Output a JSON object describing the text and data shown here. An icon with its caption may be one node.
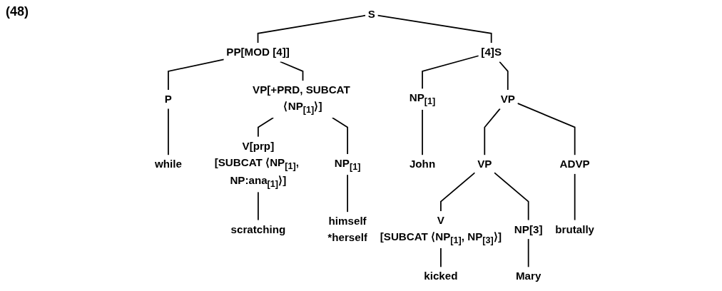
{
  "diagram": {
    "nodes": [
      {
        "text": [
          "S"
        ]
      },
      {
        "text": [
          "PP[MOD [4]]"
        ]
      },
      {
        "text": [
          "[4]S"
        ]
      },
      {
        "text": [
          "P"
        ]
      },
      {
        "text": [
          "VP[+PRD, SUBCAT ⟨NP$_{[1]}$⟩]"
        ]
      },
      {
        "text": [
          "NP$_{[1]}$"
        ]
      },
      {
        "text": [
          "VP"
        ]
      },
      {
        "text": [
          "while"
        ]
      },
      {
        "text": [
          "V[prp]",
          "[SUBCAT ⟨NP$_{[1]}$, NP:ana$_{[1]}$⟩]"
        ]
      },
      {
        "text": [
          "NP$_{[1]}$"
        ]
      },
      {
        "text": [
          "John"
        ]
      },
      {
        "text": [
          "VP"
        ]
      },
      {
        "text": [
          "ADVP"
        ]
      },
      {
        "text": [
          "scratching"
        ]
      },
      {
        "text": [
          "himself",
          "*herself"
        ]
      },
      {
        "text": [
          "V",
          "[SUBCAT ⟨NP$_{[1]}$, NP$_{[3]}$⟩]"
        ]
      },
      {
        "text": [
          "NP[3]"
        ]
      },
      {
        "text": [
          "brutally"
        ]
      },
      {
        "text": [
          "kicked"
        ]
      },
      {
        "text": [
          "Mary"
        ]
      }
    ],
    "edges": [
      {
        "from": 0,
        "to": 1,
        "arrow": "none"
      },
      {
        "from": 0,
        "to": 2,
        "arrow": "none"
      },
      {
        "from": 1,
        "to": 3,
        "arrow": "none"
      },
      {
        "from": 1,
        "to": 4,
        "arrow": "none"
      },
      {
        "from": 2,
        "to": 5,
        "arrow": "none"
      },
      {
        "from": 2,
        "to": 6,
        "arrow": "none"
      },
      {
        "from": 3,
        "to": 7,
        "arrow": "none"
      },
      {
        "from": 4,
        "to": 8,
        "arrow": "none"
      },
      {
        "from": 4,
        "to": 9,
        "arrow": "none"
      },
      {
        "from": 5,
        "to": 10,
        "arrow": "none"
      },
      {
        "from": 6,
        "to": 11,
        "arrow": "none"
      },
      {
        "from": 6,
        "to": 12,
        "arrow": "none"
      },
      {
        "from": 8,
        "to": 13,
        "arrow": "none"
      },
      {
        "from": 9,
        "to": 14,
        "arrow": "none"
      },
      {
        "from": 11,
        "to": 15,
        "arrow": "none"
      },
      {
        "from": 11,
        "to": 16,
        "arrow": "none"
      },
      {
        "from": 12,
        "to": 17,
        "arrow": "none"
      },
      {
        "from": 15,
        "to": 18,
        "arrow": "none"
      },
      {
        "from": 16,
        "to": 19,
        "arrow": "none"
      }
    ],
    "labels": [
      "(48)"
    ]
  }
}
